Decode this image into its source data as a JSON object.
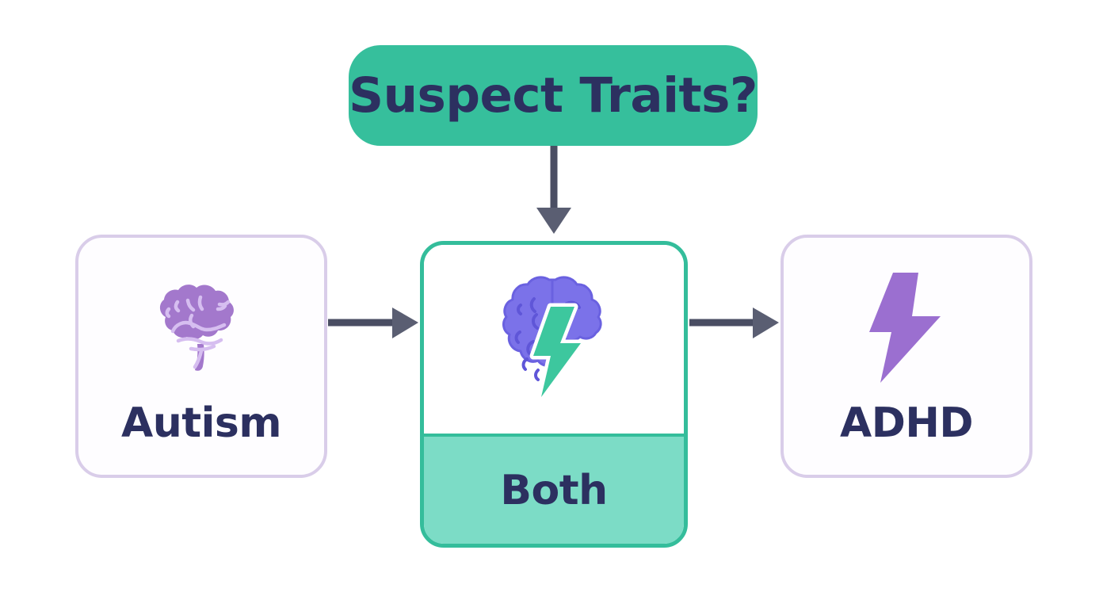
{
  "background_color": "#ffffff",
  "palette": {
    "teal_pill": "#36bf9c",
    "mint_panel": "#7cdcc6",
    "teal_border": "#34bd9b",
    "lavender_border": "#d9cde9",
    "navy_text": "#2c3060",
    "brain_purple": "#a378cc",
    "brain_purple_light": "#cdb4e6",
    "brain_periwinkle": "#7b72e9",
    "brain_periwinkle_dark": "#5f56d8",
    "bolt_teal": "#3dc79e",
    "bolt_purple": "#9b6fd0",
    "arrow_gray": "#4a4e63"
  },
  "diagram": {
    "type": "flowchart",
    "title_node": {
      "label": "Suspect Traits?",
      "shape": "pill",
      "fill": "#36bf9c",
      "text_color": "#2c3060"
    },
    "nodes": [
      {
        "id": "autism",
        "label": "Autism",
        "icon": "brain-icon",
        "icon_color": "#a378cc",
        "border_color": "#d9cde9",
        "fill": "#fefdff"
      },
      {
        "id": "both",
        "label": "Both",
        "icon": "brain-bolt-icon",
        "icon_colors": [
          "#7b72e9",
          "#3dc79e"
        ],
        "border_color": "#34bd9b",
        "fill_top": "#ffffff",
        "fill_bottom": "#7cdcc6",
        "highlighted": true
      },
      {
        "id": "adhd",
        "label": "ADHD",
        "icon": "lightning-bolt-icon",
        "icon_color": "#9b6fd0",
        "border_color": "#d9cde9",
        "fill": "#fefdff"
      }
    ],
    "edges": [
      {
        "from": "suspect-traits",
        "to": "both",
        "direction": "down"
      },
      {
        "from": "autism",
        "to": "both",
        "direction": "right"
      },
      {
        "from": "both",
        "to": "adhd",
        "direction": "right"
      }
    ]
  }
}
